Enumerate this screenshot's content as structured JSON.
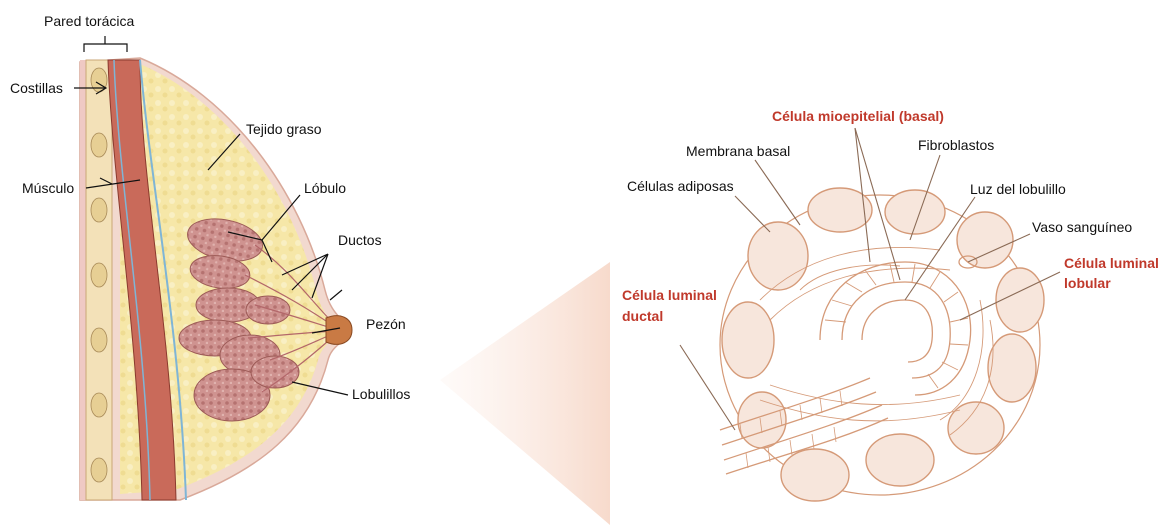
{
  "left_labels": {
    "chest_wall": "Pared torácica",
    "ribs": "Costillas",
    "muscle": "Músculo",
    "fat_tissue": "Tejido  graso",
    "lobe": "Lóbulo",
    "ducts": "Ductos",
    "nipple": "Pezón",
    "lobules": "Lobulillos"
  },
  "right_labels": {
    "myoepithelial": "Célula mioepitelial (basal)",
    "basement_membrane": "Membrana basal",
    "fibroblasts": "Fibroblastos",
    "adipocytes": "Células adiposas",
    "lobule_lumen": "Luz del lobulillo",
    "blood_vessel": "Vaso sanguíneo",
    "luminal_lobular_1": "Célula luminal",
    "luminal_lobular_2": "lobular",
    "luminal_ductal_1": "Célula luminal",
    "luminal_ductal_2": "ductal"
  },
  "colors": {
    "fat": "#f6e7a8",
    "skin": "#f2d9cf",
    "muscle": "#c96a5a",
    "lobule": "#c98c88",
    "nipple": "#c97a44",
    "line_art": "#d59a78",
    "red_label": "#c0392b"
  }
}
